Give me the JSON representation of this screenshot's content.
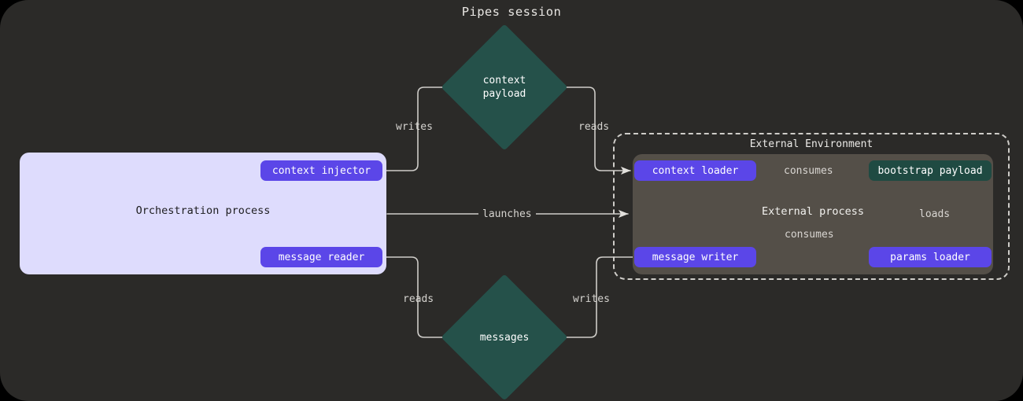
{
  "title": "Pipes session",
  "theme": {
    "canvas_bg": "#2b2a28",
    "orchestration_bg": "#dedcfd",
    "external_process_bg": "#544f48",
    "node_purple": "#5b46e8",
    "node_teal": "#1f4a42",
    "diamond_teal": "#25514a",
    "edge_stroke": "#cfcdc9",
    "text_light": "#ffffff",
    "text_dark": "#1d1d1f"
  },
  "orchestration": {
    "label": "Orchestration process",
    "nodes": [
      {
        "id": "context-injector",
        "label": "context injector"
      },
      {
        "id": "message-reader",
        "label": "message reader"
      }
    ]
  },
  "external_environment": {
    "label": "External Environment",
    "process": {
      "label": "External process",
      "nodes": [
        {
          "id": "context-loader",
          "label": "context loader"
        },
        {
          "id": "bootstrap-payload",
          "label": "bootstrap payload"
        },
        {
          "id": "message-writer",
          "label": "message writer"
        },
        {
          "id": "params-loader",
          "label": "params loader"
        }
      ]
    }
  },
  "stores": [
    {
      "id": "context-payload",
      "label": "context\npayload"
    },
    {
      "id": "messages",
      "label": "messages"
    }
  ],
  "edges": [
    {
      "id": "writes-context",
      "label": "writes",
      "from": "context-injector",
      "to": "context-payload"
    },
    {
      "id": "reads-context",
      "label": "reads",
      "from": "context-payload",
      "to": "context-loader"
    },
    {
      "id": "launches",
      "label": "launches",
      "from": "orchestration-process",
      "to": "external-environment"
    },
    {
      "id": "reads-messages",
      "label": "reads",
      "from": "message-reader",
      "to": "messages"
    },
    {
      "id": "writes-messages",
      "label": "writes",
      "from": "message-writer",
      "to": "messages"
    },
    {
      "id": "consumes-context",
      "label": "consumes",
      "from": "context-loader",
      "to": "bootstrap-payload"
    },
    {
      "id": "consumes-message",
      "label": "consumes",
      "from": "message-writer",
      "to": "bootstrap-payload"
    },
    {
      "id": "loads-params",
      "label": "loads",
      "from": "params-loader",
      "to": "bootstrap-payload"
    }
  ]
}
